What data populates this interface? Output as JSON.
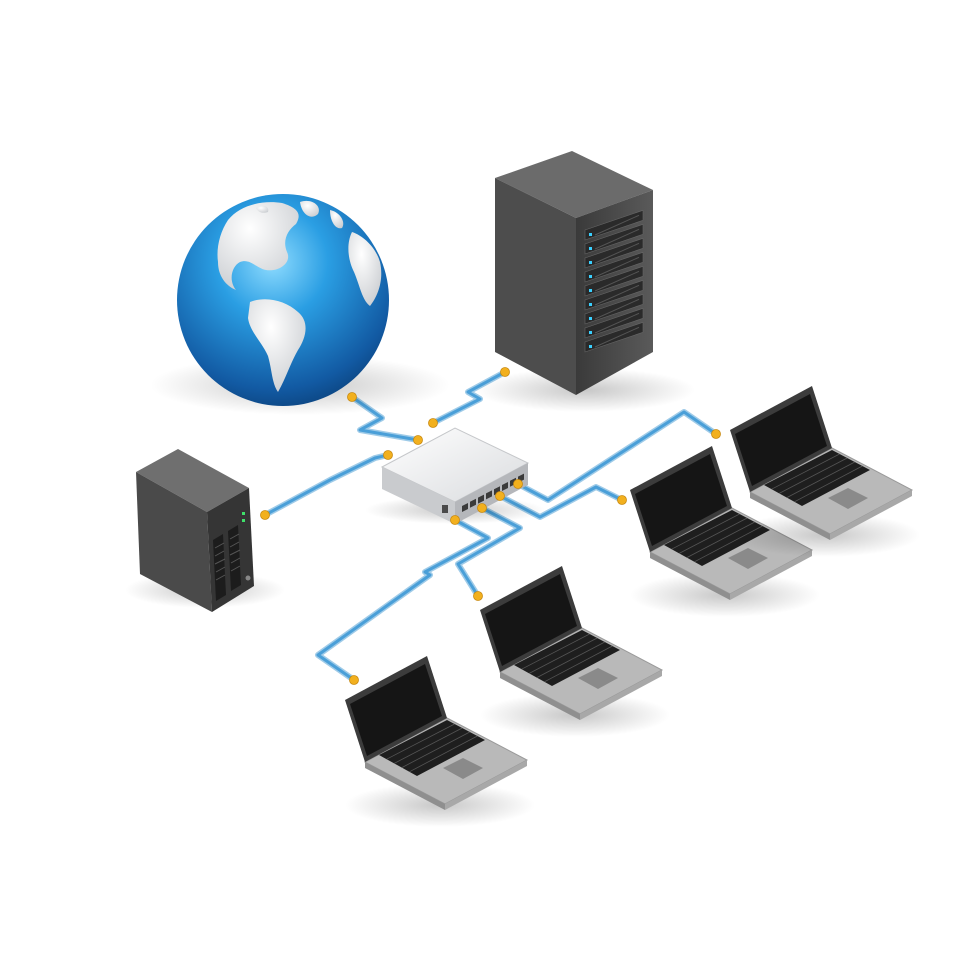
{
  "diagram": {
    "nodes": [
      {
        "id": "internet",
        "kind": "globe-icon"
      },
      {
        "id": "rack",
        "kind": "server-rack-icon"
      },
      {
        "id": "switch",
        "kind": "network-switch-icon"
      },
      {
        "id": "nas",
        "kind": "nas-server-icon"
      },
      {
        "id": "laptop-1",
        "kind": "laptop-icon"
      },
      {
        "id": "laptop-2",
        "kind": "laptop-icon"
      },
      {
        "id": "laptop-3",
        "kind": "laptop-icon"
      },
      {
        "id": "laptop-4",
        "kind": "laptop-icon"
      }
    ],
    "links": [
      {
        "from": "internet",
        "to": "switch"
      },
      {
        "from": "rack",
        "to": "switch"
      },
      {
        "from": "nas",
        "to": "switch"
      },
      {
        "from": "switch",
        "to": "laptop-1"
      },
      {
        "from": "switch",
        "to": "laptop-2"
      },
      {
        "from": "switch",
        "to": "laptop-3"
      },
      {
        "from": "switch",
        "to": "laptop-4"
      }
    ],
    "colors": {
      "cable": "#4a9fd8",
      "cable_outline": "#9fcbe8",
      "connector": "#f2b01e",
      "globe_ocean": "#1f78c8",
      "globe_land": "#e4e6e8",
      "device_dark": "#4a4a4a",
      "laptop_body": "#b9b9b9",
      "screen": "#151515"
    }
  }
}
